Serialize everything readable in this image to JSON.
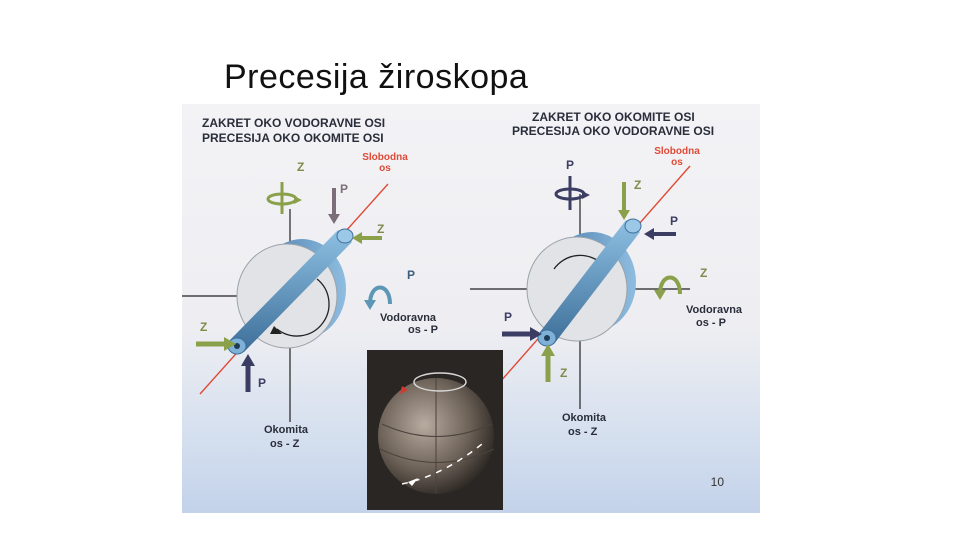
{
  "slide": {
    "title": "Precesija žiroskopa",
    "page_number": "10"
  },
  "left_diagram": {
    "header_line1": "ZAKRET OKO VODORAVNE OSI",
    "header_line2": "PRECESIJA OKO OKOMITE OSI",
    "free_axis_label": "Slobodna os",
    "horizontal_axis_line1": "Vodoravna",
    "horizontal_axis_line2": "os - P",
    "vertical_axis_line1": "Okomita",
    "vertical_axis_line2": "os - Z",
    "z_labels": [
      "Z",
      "Z",
      "Z"
    ],
    "p_labels": [
      "P",
      "P",
      "P"
    ]
  },
  "right_diagram": {
    "header_line1": "ZAKRET OKO OKOMITE OSI",
    "header_line2": "PRECESIJA OKO VODORAVNE OSI",
    "free_axis_label": "Slobodna os",
    "horizontal_axis_line1": "Vodoravna",
    "horizontal_axis_line2": "os - P",
    "vertical_axis_line1": "Okomita",
    "vertical_axis_line2": "os - Z",
    "z_labels": [
      "Z",
      "Z",
      "Z"
    ],
    "p_labels": [
      "P",
      "P",
      "P"
    ]
  },
  "colors": {
    "free_axis": "#e04a36",
    "z_arrow": "#8aa04a",
    "p_arrow": "#3b3d63",
    "rotor_front": "#e2e4e6",
    "rotor_rim": "#6e9fc8",
    "shaft": "#5a8fb8"
  }
}
